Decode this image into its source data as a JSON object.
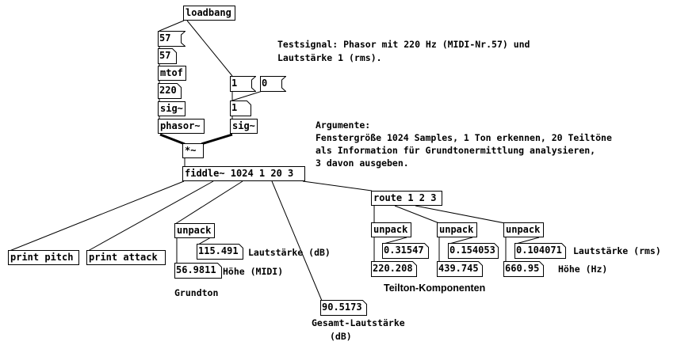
{
  "patch": {
    "objects": {
      "loadbang": "loadbang",
      "mtof": "mtof",
      "sig_left": "sig~",
      "phasor": "phasor~",
      "sig_right": "sig~",
      "mult": "*~",
      "fiddle": "fiddle~ 1024 1 20 3",
      "route": "route 1 2 3",
      "print_pitch": "print pitch",
      "print_attack": "print attack",
      "unpack_main": "unpack",
      "unpack_1": "unpack",
      "unpack_2": "unpack",
      "unpack_3": "unpack"
    },
    "messages": {
      "msg_57": "57",
      "msg_1": "1",
      "msg_0": "0"
    },
    "numbers": {
      "num_57": "57",
      "num_220": "220",
      "num_1": "1",
      "loudness_db": "115.491",
      "pitch_midi": "56.9811",
      "total_loudness": "90.5173",
      "partial1_amp": "0.31547",
      "partial2_amp": "0.154053",
      "partial3_amp": "0.104071",
      "partial1_freq": "220.208",
      "partial2_freq": "439.745",
      "partial3_freq": "660.95"
    },
    "comments": {
      "testsignal_line1": "Testsignal: Phasor mit 220 Hz (MIDI-Nr.57) und",
      "testsignal_line2": "Lautstärke 1 (rms).",
      "args_title": "Argumente:",
      "args_line1": "Fenstergröße 1024 Samples, 1 Ton erkennen, 20 Teiltöne",
      "args_line2": "als Information für Grundtonermittlung analysieren,",
      "args_line3": "3 davon ausgeben.",
      "label_loudness_db": "Lautstärke (dB)",
      "label_pitch_midi": "Höhe (MIDI)",
      "label_grundton": "Grundton",
      "label_total_loudness": "Gesamt-Lautstärke",
      "label_total_loudness_unit": "(dB)",
      "label_loudness_rms": "Lautstärke (rms)",
      "label_pitch_hz": "Höhe (Hz)",
      "label_partials": "Teilton-Komponenten"
    }
  }
}
